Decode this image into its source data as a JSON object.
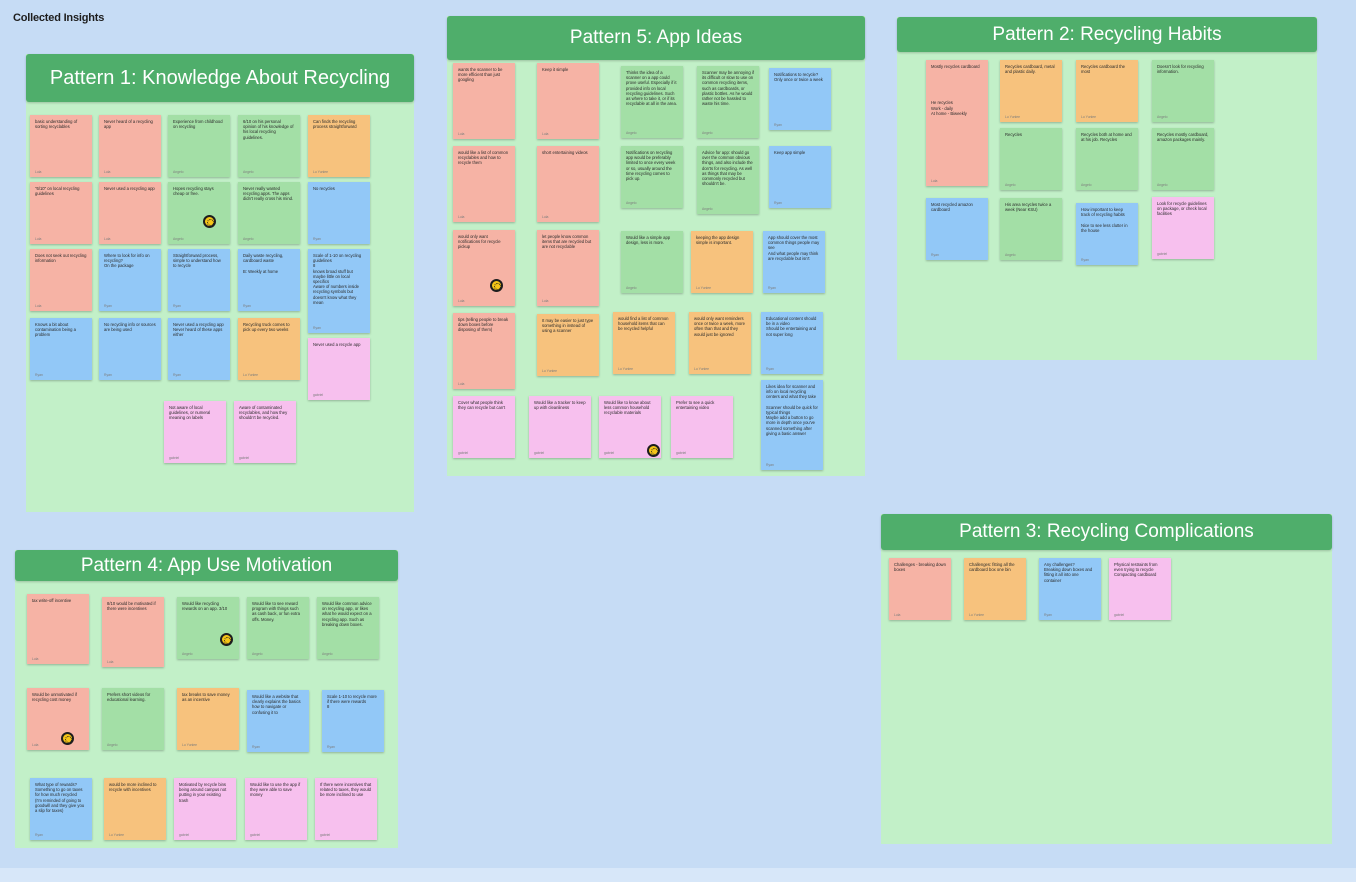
{
  "board": {
    "title": "Collected Insights"
  },
  "sections": {
    "p1": {
      "title": "Pattern 1: Knowledge About Recycling"
    },
    "p2": {
      "title": "Pattern 2: Recycling Habits"
    },
    "p3": {
      "title": "Pattern 3: Recycling Complications"
    },
    "p4": {
      "title": "Pattern 4: App Use Motivation"
    },
    "p5": {
      "title": "Pattern 5: App Ideas"
    }
  },
  "colors": {
    "red": "#f6b3a5",
    "green": "#a3dfa6",
    "blue": "#92c8f7",
    "orange": "#f7c27d",
    "pink": "#f7c0ee",
    "header": "#4fae6b",
    "section": "#c2f0c8",
    "board": "#c6dcf5"
  },
  "notes": {
    "p1": [
      {
        "text": "basic understanding of sorting recyclables",
        "author": "Lula"
      },
      {
        "text": "Never heard of a recycling app",
        "author": "Lula"
      },
      {
        "text": "Experience from childhood on recycling",
        "author": "Angelo"
      },
      {
        "text": "6/10 on his personal opinion of his knowledge of his local recycling guidelines.",
        "author": "Angelo"
      },
      {
        "text": "Can finds the recycling process straightforward",
        "author": "Lu Yunlee"
      },
      {
        "text": "\"6/10\" on local recycling guidelines",
        "author": "Lula"
      },
      {
        "text": "Never used a recycling app",
        "author": "Lula"
      },
      {
        "text": "Hopes recycling stays cheap or free.",
        "author": "Angelo"
      },
      {
        "text": "Never really wanted recycling apps. The apps didn't really cross his mind.",
        "author": "Angelo"
      },
      {
        "text": "No recycles",
        "author": "Ryan"
      },
      {
        "text": "Does not seek out recycling information",
        "author": "Lula"
      },
      {
        "text": "Where to look for info on recycling?\nOn the package",
        "author": "Ryan"
      },
      {
        "text": "Straightforward process, simple to understand how to recycle",
        "author": "Ryan"
      },
      {
        "text": "Daily waste recycling, cardboard waste\n\nB: Weekly at home",
        "author": "Ryan"
      },
      {
        "text": "Scale of 1-10 on recycling guidelines\n8\nknows broad stuff but maybe little on local specifics\nAware of numbers inside recycling symbols but doesn't know what they mean",
        "author": "Ryan"
      },
      {
        "text": "Knows a bit about contamination being a problem",
        "author": "Ryan"
      },
      {
        "text": "No recycling info or sources are being used",
        "author": "Ryan"
      },
      {
        "text": "Never used a recycling app\nNever heard of these apps either",
        "author": "Ryan"
      },
      {
        "text": "Recycling truck comes to pick up every two weeks",
        "author": "Lu Yunlee"
      },
      {
        "text": "Never used a recycle app",
        "author": "gabriel"
      },
      {
        "text": "Not aware of local guidelines, or numeral meaning on labels",
        "author": "gabriel"
      },
      {
        "text": "Aware of contaminated recyclables, and how they shouldn't be recycled.",
        "author": "gabriel"
      }
    ],
    "p2": [
      {
        "text": "Mostly recycles cardboard\n\n\n\n\n\n\nHe recycles\nWork - daily\nAt home - Biweekly",
        "author": "Lula"
      },
      {
        "text": "Recycles cardboard, metal and plastic daily.",
        "author": "Lu Yunlee"
      },
      {
        "text": "Recycles cardboard the most",
        "author": "Lu Yunlee"
      },
      {
        "text": "Doesn't look for recycling information.",
        "author": "Angelo"
      },
      {
        "text": "Recycles",
        "author": "Angelo"
      },
      {
        "text": "Recycles both at home and at his job. Recycles",
        "author": "Angelo"
      },
      {
        "text": "Recycles mostly cardboard, amazon packages mainly.",
        "author": "Angelo"
      },
      {
        "text": "Most recycled amazon cardboard",
        "author": "Ryan"
      },
      {
        "text": "His area recycles twice a week (Near KSU)",
        "author": "Angelo"
      },
      {
        "text": "How important to keep track of recycling habits\n\nNice to see less clutter in the house",
        "author": "Ryan"
      },
      {
        "text": "Look for recycle guidelines on package, or check local facilities",
        "author": "gabriel"
      }
    ],
    "p3": [
      {
        "text": "Challenges - breaking down boxes",
        "author": "Lula"
      },
      {
        "text": "Challenges: fitting all the cardboard box one bin",
        "author": "Lu Yunlee"
      },
      {
        "text": "Any challenges?\nBreaking down boxes and fitting it all into one container",
        "author": "Ryan"
      },
      {
        "text": "Physical restraints from even trying to recycle\nCompacting cardboard",
        "author": "gabriel"
      }
    ],
    "p4": [
      {
        "text": "tax write-off incentive",
        "author": "Lula"
      },
      {
        "text": "8/10 would be motivated if there were incentives",
        "author": "Lula"
      },
      {
        "text": "Would like recycling rewards on an app. 3/10",
        "author": "Angelo"
      },
      {
        "text": "Would like to see reward program with things such as cash back, or fun extra offs. Money.",
        "author": "Angelo"
      },
      {
        "text": "Would like common advice on recycling app, or likes what he would expect on a recycling app. Such as breaking down boxes.",
        "author": "Angelo"
      },
      {
        "text": "Would be unmotivated if recycling cost money",
        "author": "Lula"
      },
      {
        "text": "Prefers short videos for educational learning.",
        "author": "Angelo"
      },
      {
        "text": "tax breaks to save money as an incentive",
        "author": "Lu Yunlee"
      },
      {
        "text": "Would like a website that clearly explains the basics how to navigate or confusing it to",
        "author": "Ryan"
      },
      {
        "text": "Scale 1-10 to recycle more if there were rewards\n8",
        "author": "Ryan"
      },
      {
        "text": "What type of rewards?\nSomething to go on taxes for how much recycled\n(I'm reminded of going to goodwill and they give you a slip for taxes)",
        "author": "Ryan"
      },
      {
        "text": "would be more inclined to recycle with incentives",
        "author": "Lu Yunlee"
      },
      {
        "text": "Motivated by recycle bins being around campus not putting in your existing trash",
        "author": "gabriel"
      },
      {
        "text": "Would like to use the app if they were able to save money",
        "author": "gabriel"
      },
      {
        "text": "If there were incentives that related to taxes, they would be more inclined to use",
        "author": "gabriel"
      }
    ],
    "p5": [
      {
        "text": "wants the scanner to be more efficient than just googling",
        "author": "Lula"
      },
      {
        "text": "Keep it simple",
        "author": "Lula"
      },
      {
        "text": "Thinks the idea of a scanner on a app could prove useful. Especially if it provided info on local recycling guidelines. Such as where to take it, or if its recyclable at all in the area.",
        "author": "Angelo"
      },
      {
        "text": "Scanner may be annoying if its difficult or slow to use on common recycling items, such as cardboards, or plastic bottles. As he would rather not be hassled to waste his time.",
        "author": "Angelo"
      },
      {
        "text": "Notifications to recycle?\nOnly once or twice a week",
        "author": "Ryan"
      },
      {
        "text": "would like a list of common recyclables and how to recycle them",
        "author": "Lula"
      },
      {
        "text": "short entertaining videos",
        "author": "Lula"
      },
      {
        "text": "Notifications on recycling app would be preferably limited to once every week or so, usually around the time recycling comes to pick up.",
        "author": "Angelo"
      },
      {
        "text": "Advice for app: should go over the common obvious things, and also include the don'ts for recycling. As well as things that may be commonly recycled but shouldn't be.",
        "author": "Angelo"
      },
      {
        "text": "Keep app simple",
        "author": "Ryan"
      },
      {
        "text": "would only want notifications for recycle pickup",
        "author": "Lula"
      },
      {
        "text": "let people know common items that are recycled but are not recyclable",
        "author": "Lula"
      },
      {
        "text": "Would like a simple app design, less is more.",
        "author": "Angelo"
      },
      {
        "text": "keeping the app design simple is important.",
        "author": "Lu Yunlee"
      },
      {
        "text": "App should cover the most common things people may see\nAnd what people may think are recyclable but isn't",
        "author": "Ryan"
      },
      {
        "text": "tips (telling people to break down boxes before disposing of them)",
        "author": "Lula"
      },
      {
        "text": "It may be easier to just type something in instead of using a scanner",
        "author": "Lu Yunlee"
      },
      {
        "text": "would find a list of common household items that can be recycled helpful",
        "author": "Lu Yunlee"
      },
      {
        "text": "would only want reminders once or twice a week, more often than that and they would just be ignored",
        "author": "Lu Yunlee"
      },
      {
        "text": "Educational content should be in a video\nShould be entertaining and not super long",
        "author": "Ryan"
      },
      {
        "text": "Likes idea for scanner and info on local recycling centers and what they take\n\nScanner should be quick for typical things\nMaybe add a button to go more in depth once you've scanned something after giving a basic answer",
        "author": "Ryan"
      },
      {
        "text": "Cover what people think they can recycle but can't",
        "author": "gabriel"
      },
      {
        "text": "Would like a tracker to keep up with cleanliness",
        "author": "gabriel"
      },
      {
        "text": "Would like to know about less common household recyclable materials",
        "author": "gabriel"
      },
      {
        "text": "Prefer to see a quick entertaining video",
        "author": "gabriel"
      }
    ]
  }
}
